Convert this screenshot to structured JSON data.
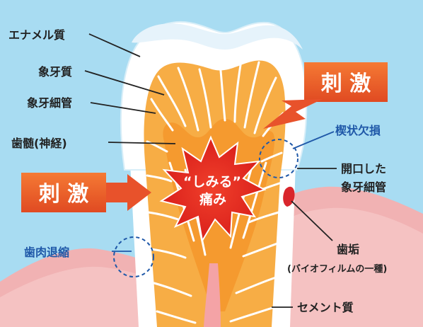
{
  "labels": {
    "enamel": "エナメル質",
    "dentin": "象牙質",
    "dentinal_tubules": "象牙細管",
    "pulp": "歯髄(神経)",
    "wedge_defect": "楔状欠損",
    "open_tubules_line1": "開口した",
    "open_tubules_line2": "象牙細管",
    "gum_recession": "歯肉退縮",
    "plaque": "歯垢",
    "plaque_note": "(バイオフィルムの一種)",
    "cementum": "セメント質"
  },
  "stimulus": {
    "top": "刺 激",
    "left": "刺 激"
  },
  "pain": {
    "line1": "“しみる”",
    "line2": "痛み"
  },
  "colors": {
    "background": "#a8dcf2",
    "gum": "#f3b8b8",
    "gum_dark": "#e48a8e",
    "enamel": "#ffffff",
    "dentin": "#f6a93a",
    "tubule": "#ffffff",
    "pulp": "#f59a2f",
    "root_canal": "#f4a0a0",
    "arrow": "#e8522b",
    "burst": "#e52620",
    "blue_label": "#1f58a8",
    "dark_label": "#222222"
  }
}
